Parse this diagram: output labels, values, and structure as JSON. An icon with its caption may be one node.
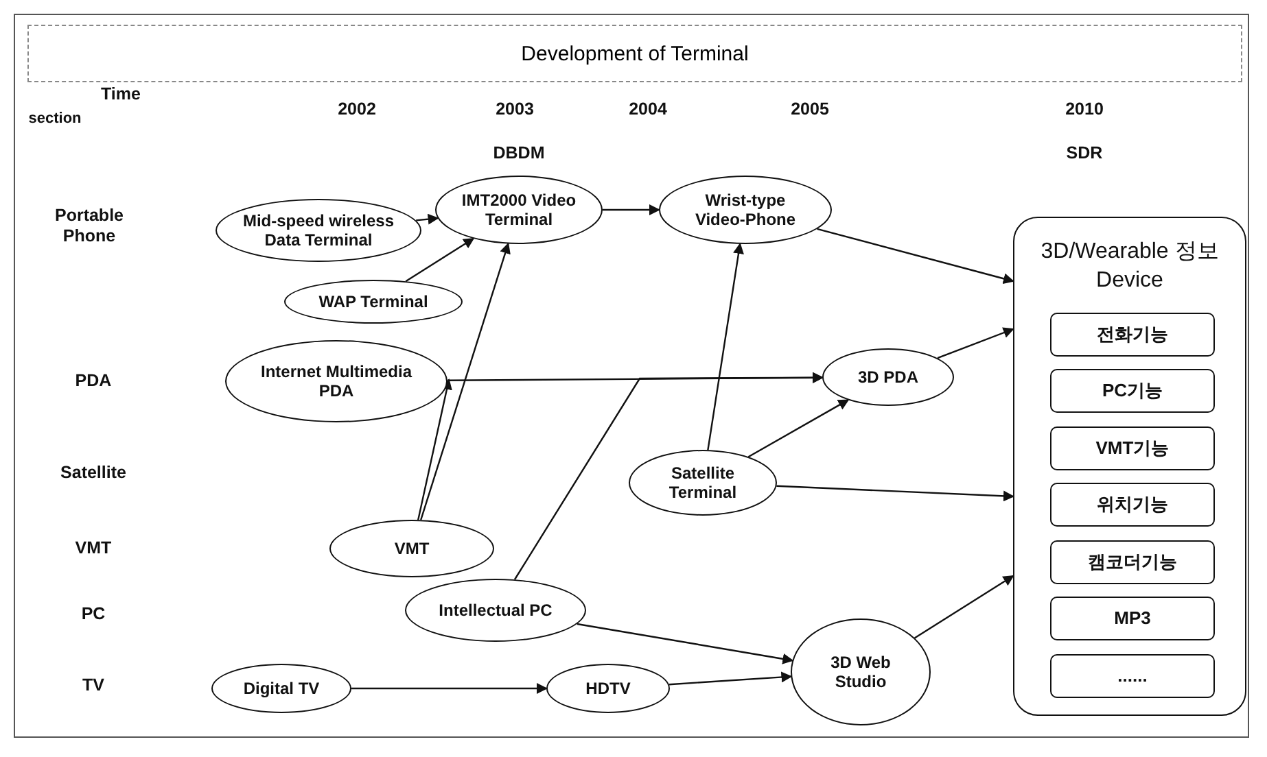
{
  "diagram": {
    "title": "Development of Terminal",
    "nodes": [
      {
        "text": [
          "Mid-speed wireless Data Terminal"
        ]
      },
      {
        "text": [
          "IMT2000 Video Terminal"
        ]
      },
      {
        "text": [
          "Wrist-type Video-Phone"
        ]
      },
      {
        "text": [
          "WAP Terminal"
        ]
      },
      {
        "text": [
          "Internet Multimedia PDA"
        ]
      },
      {
        "text": [
          "3D PDA"
        ]
      },
      {
        "text": [
          "Satellite Terminal"
        ]
      },
      {
        "text": [
          "VMT"
        ]
      },
      {
        "text": [
          "Intellectual PC"
        ]
      },
      {
        "text": [
          "Digital TV"
        ]
      },
      {
        "text": [
          "HDTV"
        ]
      },
      {
        "text": [
          "3D Web Studio"
        ]
      },
      {
        "text": [
          "3D/Wearable 정보 Device"
        ]
      },
      {
        "text": [
          "전화기능"
        ],
        "in": 12
      },
      {
        "text": [
          "PC기능"
        ],
        "in": 12
      },
      {
        "text": [
          "VMT기능"
        ],
        "in": 12
      },
      {
        "text": [
          "위치기능"
        ],
        "in": 12
      },
      {
        "text": [
          "캠코더기능"
        ],
        "in": 12
      },
      {
        "text": [
          "MP3"
        ],
        "in": 12
      },
      {
        "text": [
          "......"
        ],
        "in": 12
      }
    ],
    "edges": [
      {
        "from": 0,
        "to": 1,
        "arrow": "to"
      },
      {
        "from": 1,
        "to": 2,
        "arrow": "to"
      },
      {
        "from": 3,
        "to": 1,
        "arrow": "to"
      },
      {
        "from": 2,
        "to": 12,
        "arrow": "to"
      },
      {
        "from": 4,
        "to": 5,
        "arrow": "to"
      },
      {
        "from": 7,
        "to": 4,
        "arrow": "to"
      },
      {
        "from": 7,
        "to": 1,
        "arrow": "to"
      },
      {
        "from": 8,
        "to": 5,
        "arrow": "to"
      },
      {
        "from": 6,
        "to": 2,
        "arrow": "to"
      },
      {
        "from": 6,
        "to": 5,
        "arrow": "to"
      },
      {
        "from": 6,
        "to": 12,
        "arrow": "to"
      },
      {
        "from": 5,
        "to": 12,
        "arrow": "to"
      },
      {
        "from": 8,
        "to": 11,
        "arrow": "to"
      },
      {
        "from": 9,
        "to": 10,
        "arrow": "to"
      },
      {
        "from": 10,
        "to": 11,
        "arrow": "to"
      },
      {
        "from": 11,
        "to": 12,
        "arrow": "to"
      }
    ],
    "labels": [
      "Time",
      "section",
      "2002",
      "2003",
      "2004",
      "2005",
      "2010",
      "DBDM",
      "SDR",
      "Portable Phone",
      "PDA",
      "Satellite",
      "VMT",
      "PC",
      "TV"
    ]
  }
}
